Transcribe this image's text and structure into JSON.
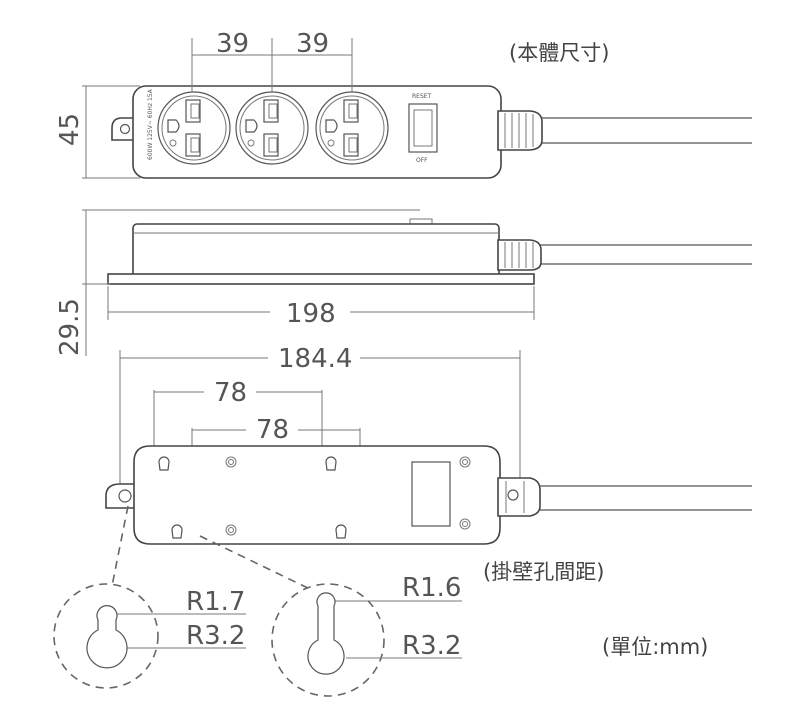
{
  "labels": {
    "body_size": "(本體尺寸)",
    "hanging_distance": "(掛壁孔間距)",
    "unit": "(單位:mm)",
    "reset": "RESET",
    "off": "OFF",
    "rating": "600W 125V~ 60Hz 15A"
  },
  "dimensions": {
    "socket_pitch_1": "39",
    "socket_pitch_2": "39",
    "height": "45",
    "thickness": "29.5",
    "length": "198",
    "base_length": "184.4",
    "hole_spacing_1": "78",
    "hole_spacing_2": "78",
    "radius_small_left": "R1.7",
    "radius_large_left": "R3.2",
    "radius_small_right": "R1.6",
    "radius_large_right": "R3.2"
  },
  "colors": {
    "line": "#555555",
    "text": "#4a4a4a",
    "background": "#ffffff"
  }
}
